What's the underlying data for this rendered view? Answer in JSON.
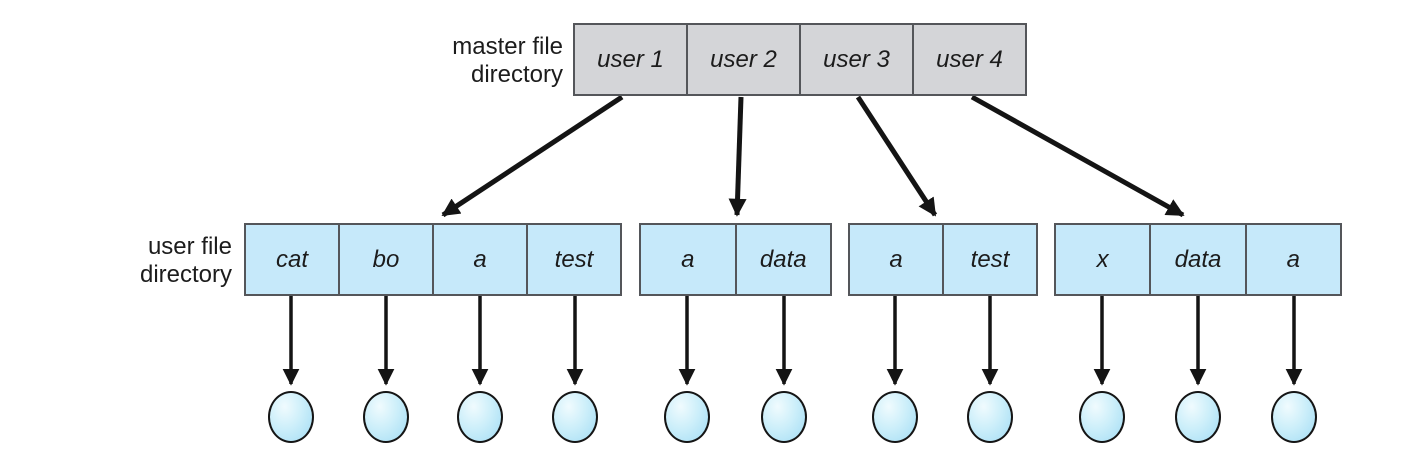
{
  "diagram": {
    "type": "two-level-directory-structure",
    "master_directory": {
      "label_line1": "master file",
      "label_line2": "directory",
      "entries": [
        "user 1",
        "user 2",
        "user 3",
        "user 4"
      ]
    },
    "user_directories": {
      "label_line1": "user file",
      "label_line2": "directory",
      "groups": [
        {
          "entries": [
            "cat",
            "bo",
            "a",
            "test"
          ]
        },
        {
          "entries": [
            "a",
            "data"
          ]
        },
        {
          "entries": [
            "a",
            "test"
          ]
        },
        {
          "entries": [
            "x",
            "data",
            "a"
          ]
        }
      ]
    },
    "files_per_group": [
      4,
      2,
      2,
      3
    ],
    "colors": {
      "master_fill": "#d4d5d8",
      "box_border": "#54565a",
      "user_fill": "#c6e9fa",
      "file_fill_highlight": "#f0fbfe",
      "file_fill_edge": "#a2dcf4",
      "arrow": "#141414",
      "text": "#1c1c1c",
      "background": "#ffffff"
    }
  }
}
